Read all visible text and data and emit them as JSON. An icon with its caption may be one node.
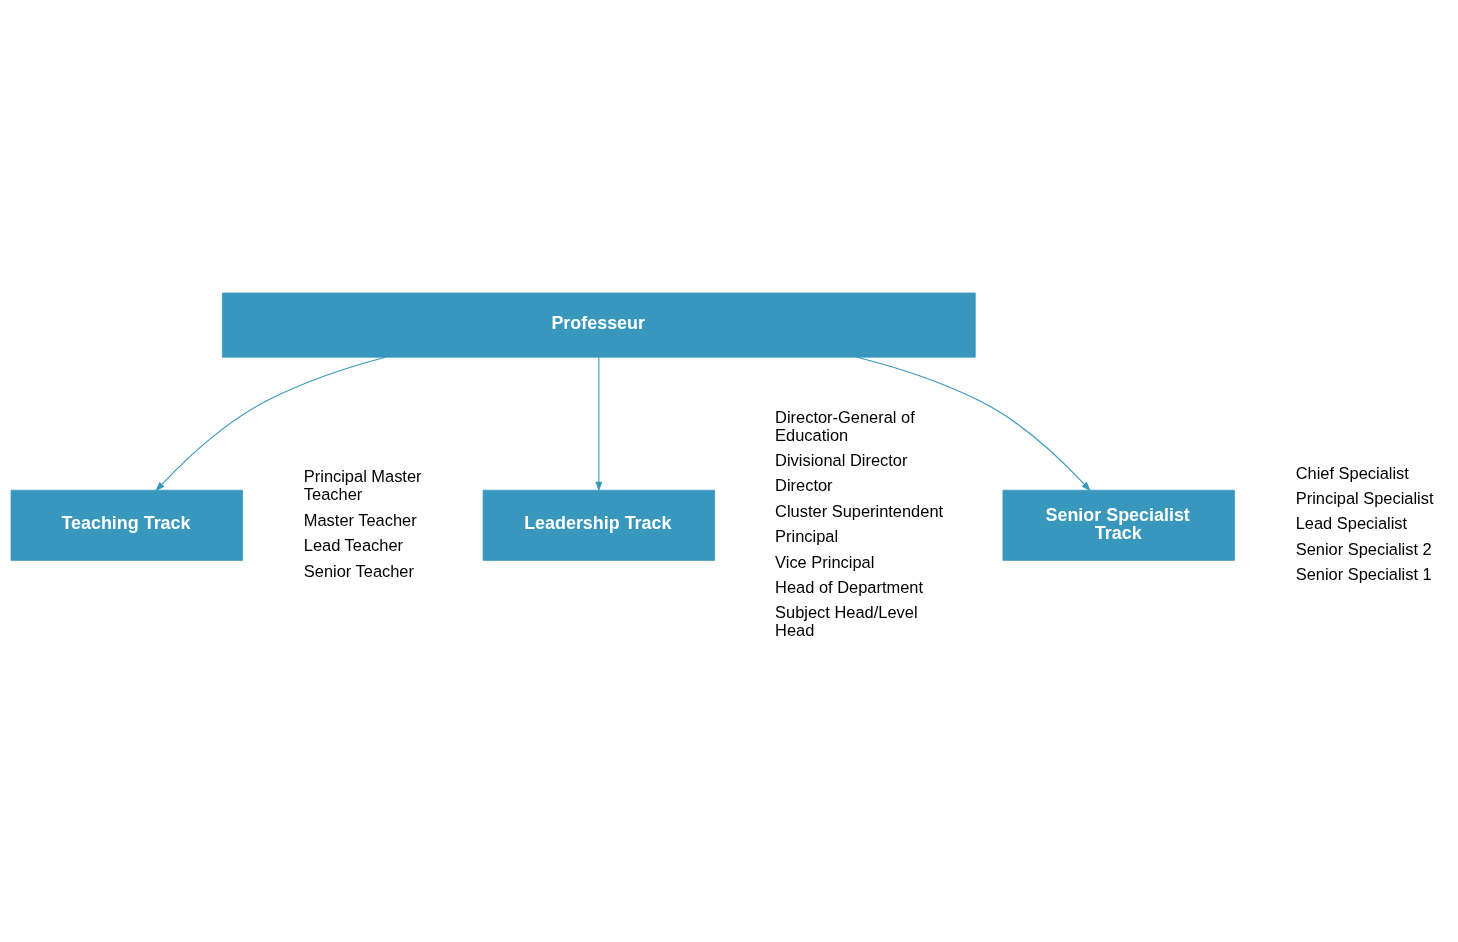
{
  "diagram": {
    "nodes": [
      {
        "text": [
          "Professeur"
        ]
      },
      {
        "text": [
          "Teaching Track"
        ],
        "beside": [
          "Principal Master Teacher",
          "Master Teacher",
          "Lead Teacher",
          "Senior Teacher"
        ]
      },
      {
        "text": [
          "Leadership Track"
        ],
        "beside": [
          "Director-General of Education",
          "Divisional Director",
          "Director",
          "Cluster Superintendent",
          "Principal",
          "Vice Principal",
          "Head of Department",
          "Subject Head/Level Head"
        ]
      },
      {
        "text": [
          "Senior Specialist Track"
        ],
        "beside": [
          "Chief Specialist",
          "Principal Specialist",
          "Lead Specialist",
          "Senior Specialist 2",
          "Senior Specialist 1"
        ]
      }
    ],
    "edges": [
      {
        "from": 0,
        "to": 1,
        "arrow": "to"
      },
      {
        "from": 0,
        "to": 2,
        "arrow": "to"
      },
      {
        "from": 0,
        "to": 3,
        "arrow": "to"
      }
    ]
  }
}
